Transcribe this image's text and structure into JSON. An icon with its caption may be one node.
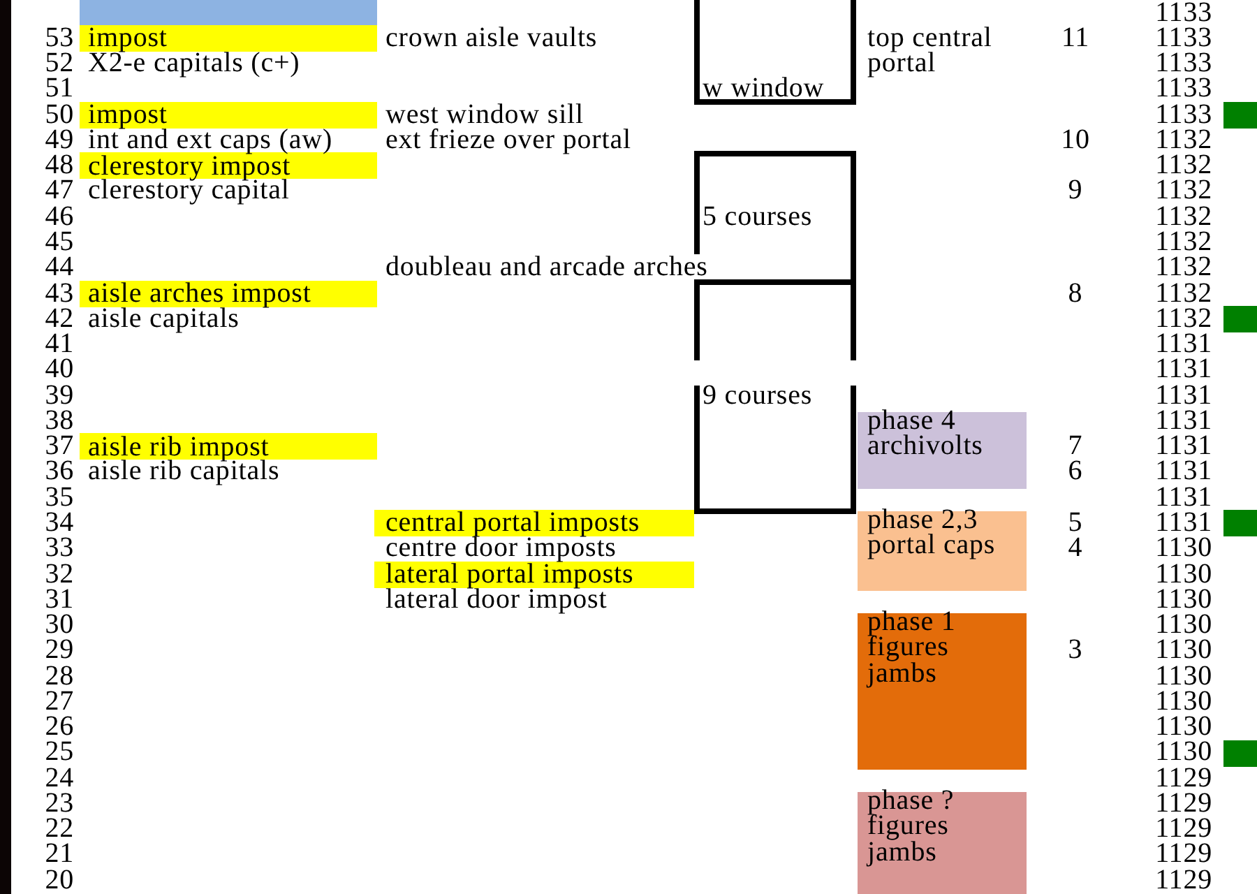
{
  "diagram": {
    "nodes": [
      {
        "text": [],
        "shape": "bar"
      },
      {
        "text": [
          "w window"
        ]
      },
      {
        "text": [
          "impost"
        ]
      },
      {
        "text": [
          "impost"
        ]
      },
      {
        "text": [
          "clerestory impost"
        ]
      },
      {
        "text": [
          "5 courses"
        ]
      },
      {
        "text": [
          "aisle arches impost"
        ]
      },
      {
        "text": [
          "9 courses"
        ]
      },
      {
        "text": [
          "phase 4 archivolts"
        ]
      },
      {
        "text": [
          "aisle rib impost"
        ]
      },
      {
        "text": [
          "central portal imposts"
        ]
      },
      {
        "text": [
          "phase 2,3 portal caps"
        ]
      },
      {
        "text": [
          "lateral portal imposts"
        ]
      },
      {
        "text": [
          "phase 1 figures jambs"
        ]
      },
      {
        "text": [
          "phase ? figures jambs"
        ]
      }
    ],
    "labels": [
      "1133",
      "53",
      "crown aisle vaults",
      "top central portal",
      "11",
      "1133",
      "52",
      "X2-e capitals (c+)",
      "1133",
      "51",
      "1133",
      "50",
      "west window sill",
      "1133",
      "49",
      "int and ext caps (aw)",
      "ext frieze over portal",
      "10",
      "1132",
      "48",
      "1132",
      "47",
      "clerestory capital",
      "9",
      "1132",
      "46",
      "1132",
      "45",
      "1132",
      "44",
      "doubleau and arcade arches",
      "1132",
      "43",
      "8",
      "1132",
      "42",
      "aisle capitals",
      "1132",
      "41",
      "1131",
      "40",
      "1131",
      "39",
      "1131",
      "38",
      "1131",
      "37",
      "7",
      "1131",
      "36",
      "aisle rib capitals",
      "6",
      "1131",
      "35",
      "1131",
      "34",
      "5",
      "1131",
      "33",
      "centre door imposts",
      "4",
      "1130",
      "32",
      "1130",
      "31",
      "lateral door impost",
      "1130",
      "30",
      "1130",
      "29",
      "3",
      "1130",
      "28",
      "1130",
      "27",
      "1130",
      "26",
      "1130",
      "25",
      "1130",
      "24",
      "1129",
      "23",
      "1129",
      "22",
      "1129",
      "21",
      "1129",
      "20",
      "1129"
    ]
  }
}
